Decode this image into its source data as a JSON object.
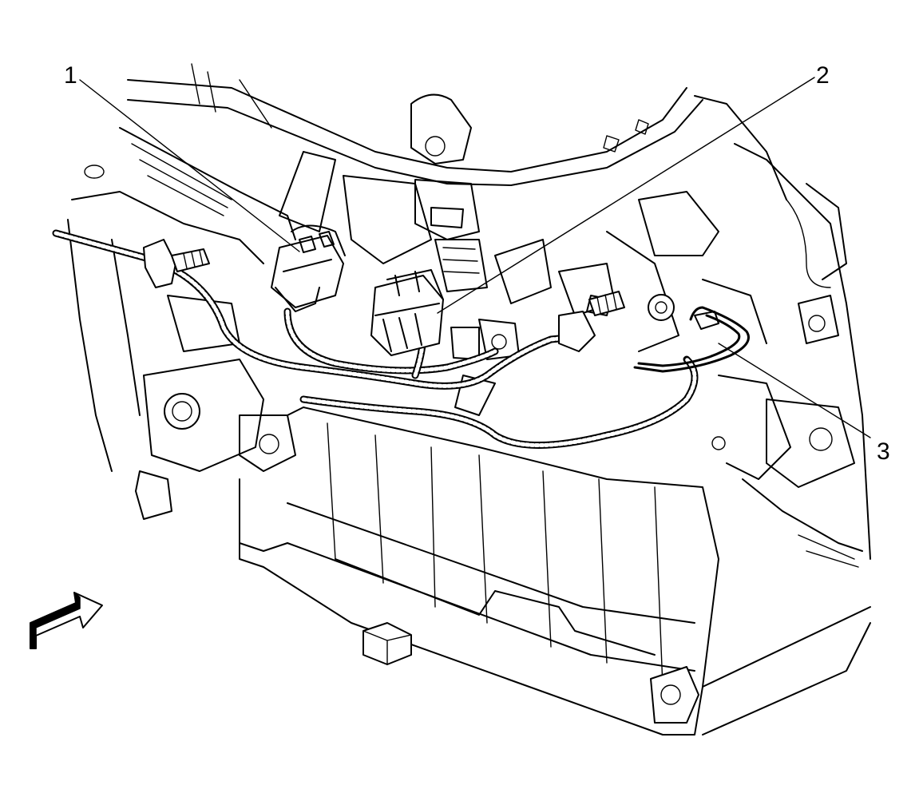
{
  "diagram": {
    "callouts": [
      {
        "id": "1",
        "label": "1"
      },
      {
        "id": "2",
        "label": "2"
      },
      {
        "id": "3",
        "label": "3"
      }
    ],
    "icons": {
      "direction": "direction-arrow-icon"
    }
  }
}
